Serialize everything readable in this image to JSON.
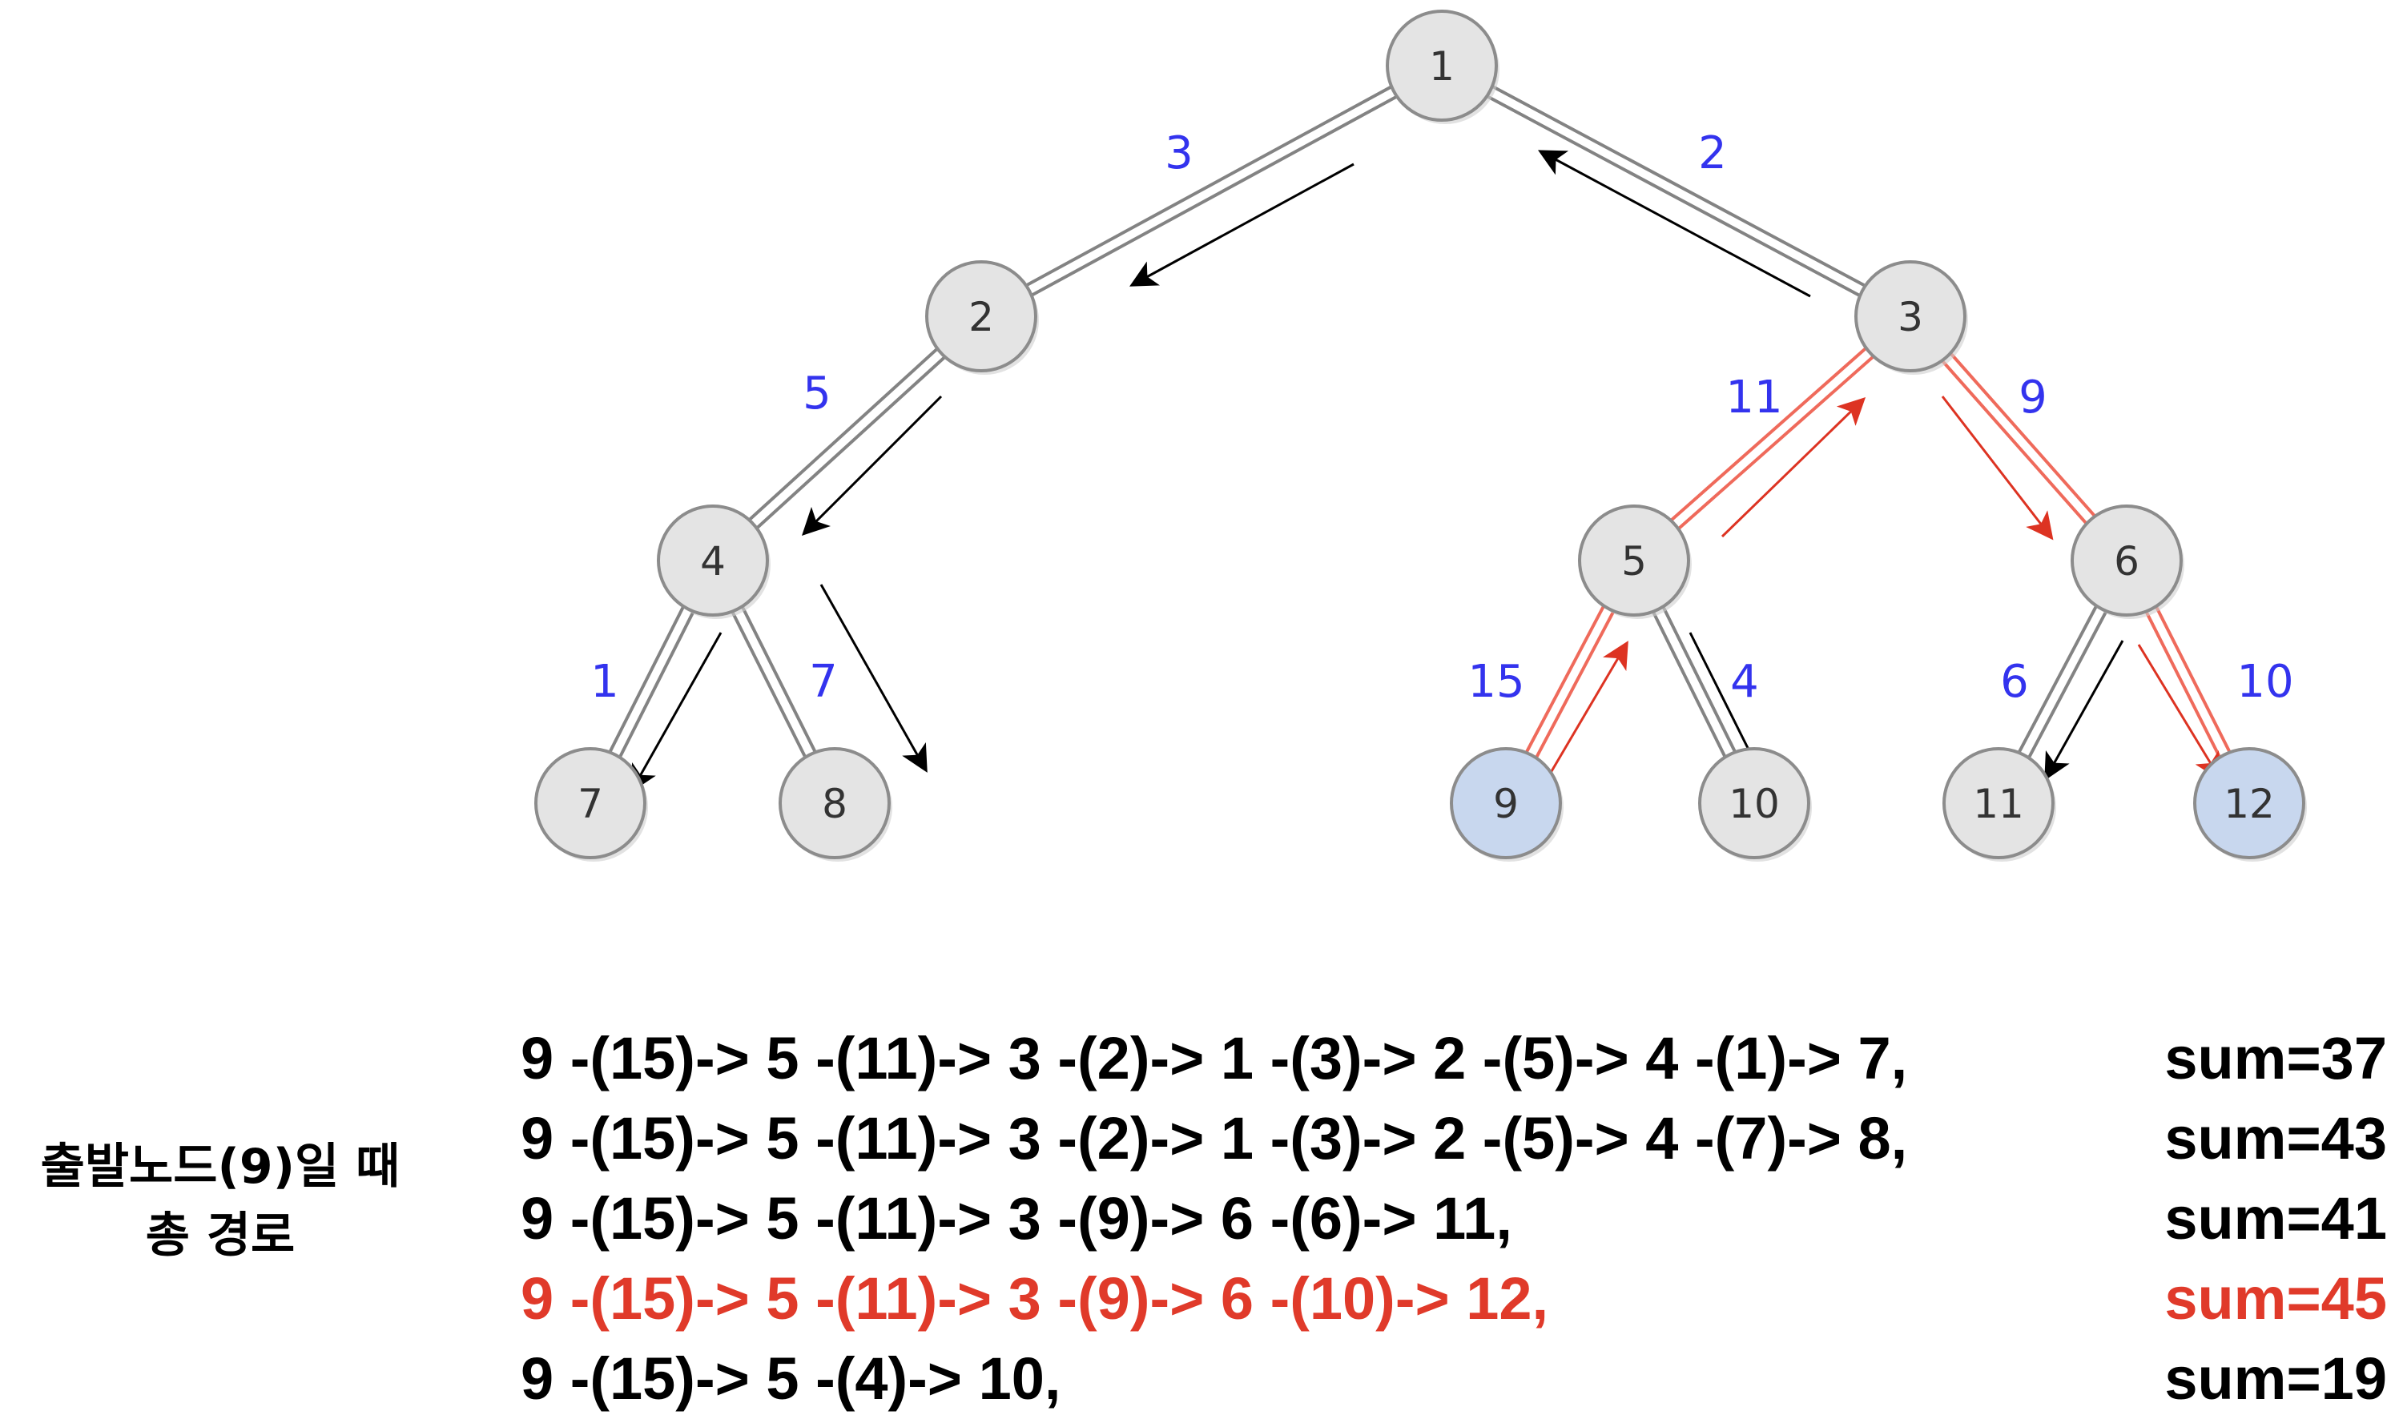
{
  "colors": {
    "node_fill": "#e4e4e4",
    "node_highlight_fill": "#c8d7ee",
    "node_stroke": "#8c8c8c",
    "edge": "#6e6e6e",
    "edge_highlight": "#ee5a4a",
    "weight_text": "#3333ee",
    "arrow": "#000000",
    "arrow_highlight": "#dd3322",
    "highlight_text": "#e03a2a"
  },
  "nodes": [
    {
      "id": "1",
      "label": "1"
    },
    {
      "id": "2",
      "label": "2"
    },
    {
      "id": "3",
      "label": "3"
    },
    {
      "id": "4",
      "label": "4"
    },
    {
      "id": "5",
      "label": "5"
    },
    {
      "id": "6",
      "label": "6"
    },
    {
      "id": "7",
      "label": "7"
    },
    {
      "id": "8",
      "label": "8"
    },
    {
      "id": "9",
      "label": "9",
      "highlighted": true
    },
    {
      "id": "10",
      "label": "10"
    },
    {
      "id": "11",
      "label": "11"
    },
    {
      "id": "12",
      "label": "12",
      "highlighted": true
    }
  ],
  "edges": [
    {
      "from": "1",
      "to": "2",
      "weight": "3",
      "path": "black-down"
    },
    {
      "from": "1",
      "to": "3",
      "weight": "2",
      "path": "black-up"
    },
    {
      "from": "2",
      "to": "4",
      "weight": "5",
      "path": "black-down"
    },
    {
      "from": "3",
      "to": "5",
      "weight": "11",
      "path": "red-up"
    },
    {
      "from": "3",
      "to": "6",
      "weight": "9",
      "path": "red-down"
    },
    {
      "from": "4",
      "to": "7",
      "weight": "1",
      "path": "black-down"
    },
    {
      "from": "4",
      "to": "8",
      "weight": "7",
      "path": "black-down"
    },
    {
      "from": "5",
      "to": "9",
      "weight": "15",
      "path": "red-up"
    },
    {
      "from": "5",
      "to": "10",
      "weight": "4",
      "path": "black-down"
    },
    {
      "from": "6",
      "to": "11",
      "weight": "6",
      "path": "black-down"
    },
    {
      "from": "6",
      "to": "12",
      "weight": "10",
      "path": "red-down"
    }
  ],
  "caption": {
    "line1": "출발노드(9)일 때",
    "line2": "총 경로"
  },
  "paths": [
    {
      "text": "9 -(15)-> 5 -(11)-> 3 -(2)-> 1 -(3)-> 2 -(5)-> 4 -(1)-> 7,",
      "sum": "sum=37",
      "highlighted": false
    },
    {
      "text": "9 -(15)-> 5 -(11)-> 3 -(2)-> 1 -(3)-> 2 -(5)-> 4 -(7)-> 8,",
      "sum": "sum=43",
      "highlighted": false
    },
    {
      "text": "9 -(15)-> 5 -(11)-> 3 -(9)-> 6 -(6)-> 11,",
      "sum": "sum=41",
      "highlighted": false
    },
    {
      "text": "9 -(15)-> 5 -(11)-> 3 -(9)-> 6 -(10)-> 12,",
      "sum": "sum=45",
      "highlighted": true
    },
    {
      "text": "9 -(15)-> 5 -(4)-> 10,",
      "sum": "sum=19",
      "highlighted": false
    }
  ]
}
